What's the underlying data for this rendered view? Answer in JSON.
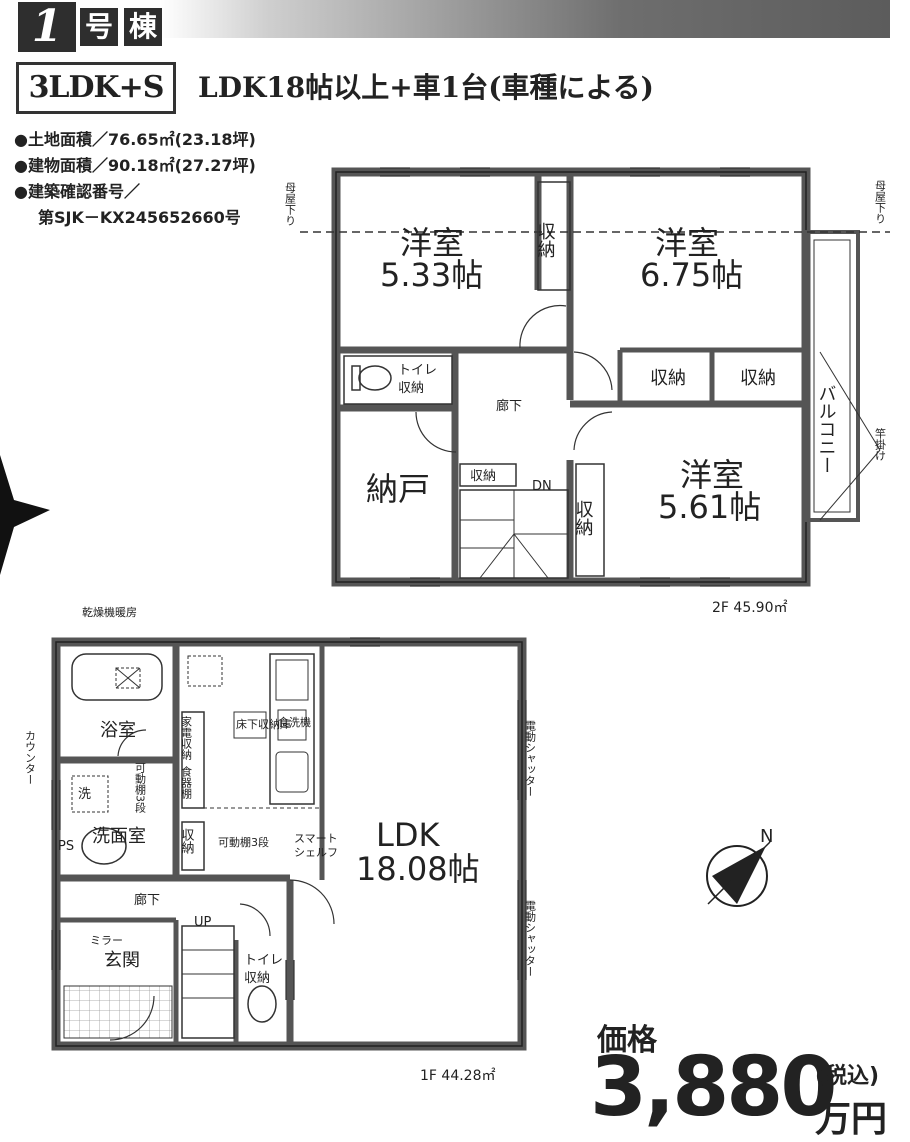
{
  "header": {
    "number": "1",
    "go": "号",
    "to": "棟"
  },
  "plan_type": "3LDK+S",
  "catchphrase": "LDK18帖以上+車1台(車種による)",
  "specs": {
    "land": "●土地面積／76.65㎡(23.18坪)",
    "building": "●建物面積／90.18㎡(27.27坪)",
    "confirmation_label": "●建築確認番号／",
    "confirmation_number": "第SJK－KX245652660号"
  },
  "floor2": {
    "room_a_name": "洋室",
    "room_a_size": "5.33帖",
    "room_b_name": "洋室",
    "room_b_size": "6.75帖",
    "room_c_name": "洋室",
    "room_c_size": "5.61帖",
    "storage_vertical": "収納",
    "storage_1": "収納",
    "storage_2": "収納",
    "storage_hall": "収納",
    "storage_c": "収納",
    "toilet": "トイレ",
    "toilet_storage": "収納",
    "hallway": "廊下",
    "nando": "納戸",
    "dn": "DN",
    "balcony": "バルコニー",
    "roof_down_left": "母屋下り",
    "roof_down_right": "母屋下り",
    "pole": "竿掛け",
    "area": "2F 45.90㎡"
  },
  "floor1": {
    "dryer": "乾燥機暖房",
    "bath": "浴室",
    "counter": "カウンター",
    "wash": "洗",
    "washroom": "洗面室",
    "ps": "PS",
    "movable_shelf_a": "可動棚3段",
    "movable_shelf_b": "可動棚3段",
    "storage_small": "収納",
    "appliance": "家電収納",
    "pantry": "食器棚",
    "floor_storage": "床下収納庫",
    "dishwasher": "食洗機",
    "smart_shelf_1": "スマート",
    "smart_shelf_2": "シェルフ",
    "ldk_name": "LDK",
    "ldk_size": "18.08帖",
    "shutter_1": "電動シャッター",
    "shutter_2": "電動シャッター",
    "hallway": "廊下",
    "up": "UP",
    "mirror": "ミラー",
    "entrance": "玄関",
    "toilet": "トイレ",
    "toilet_storage": "収納",
    "area": "1F 44.28㎡"
  },
  "compass": "N",
  "price": {
    "label": "価格",
    "value": "3,880",
    "tax": "(税込)",
    "unit": "万円"
  },
  "colors": {
    "wall_fill": "#cfcfcf",
    "wall_stroke": "#333333",
    "header_dark": "#2e2e2e"
  }
}
